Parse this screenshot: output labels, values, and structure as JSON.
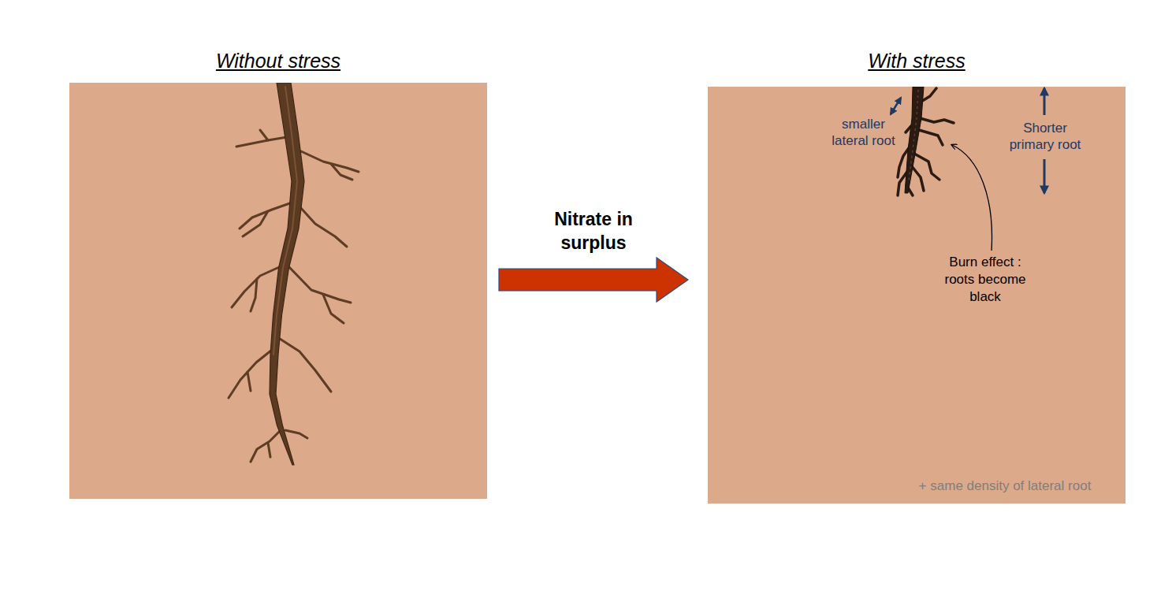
{
  "diagram": {
    "nodes": [
      {
        "text": [
          "Without stress"
        ]
      },
      {
        "text": [
          "With stress"
        ]
      }
    ],
    "edges": [
      {
        "from": 0,
        "to": 1,
        "arrow": "to",
        "label": "Nitrate in surplus"
      }
    ],
    "labels": [
      "smaller lateral root",
      "Shorter primary root",
      "Burn effect : roots become black",
      "+ same density of lateral root"
    ]
  }
}
